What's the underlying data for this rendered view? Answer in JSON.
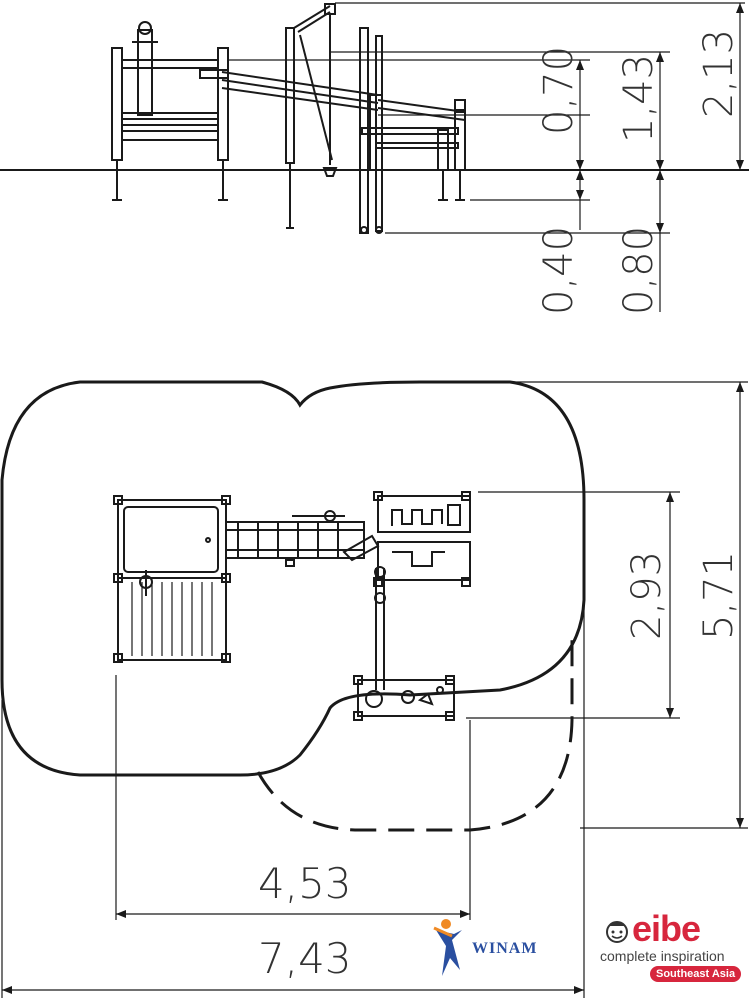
{
  "elevation": {
    "dims": {
      "d070": "0,70",
      "d143": "1,43",
      "d213": "2,13",
      "d040": "0,40",
      "d080": "0,80"
    }
  },
  "plan": {
    "dims": {
      "d293": "2,93",
      "d571": "5,71",
      "d453": "4,53",
      "d743": "7,43"
    }
  },
  "logos": {
    "winam": "WINAM",
    "eibe_word": "eibe",
    "eibe_tagline": "complete inspiration",
    "eibe_region": "Southeast Asia"
  },
  "colors": {
    "line": "#1a1a1a",
    "eibe_red": "#d7263d",
    "winam_blue": "#2a4fa0",
    "winam_orange": "#f08a24"
  }
}
